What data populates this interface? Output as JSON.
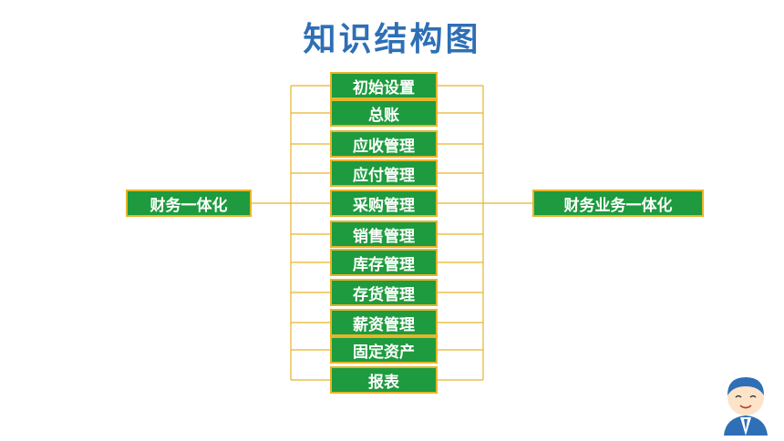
{
  "title": "知识结构图",
  "left_node": "财务一体化",
  "right_node": "财务业务一体化",
  "modules": [
    "初始设置",
    "总账",
    "应收管理",
    "应付管理",
    "采购管理",
    "销售管理",
    "库存管理",
    "存货管理",
    "薪资管理",
    "固定资产",
    "报表"
  ],
  "colors": {
    "title": "#2e6fb5",
    "box_fill": "#1e9b3e",
    "box_border": "#e7b52b",
    "connector": "#e7b52b"
  },
  "icons": {
    "mascot": "cartoon-person-icon"
  }
}
